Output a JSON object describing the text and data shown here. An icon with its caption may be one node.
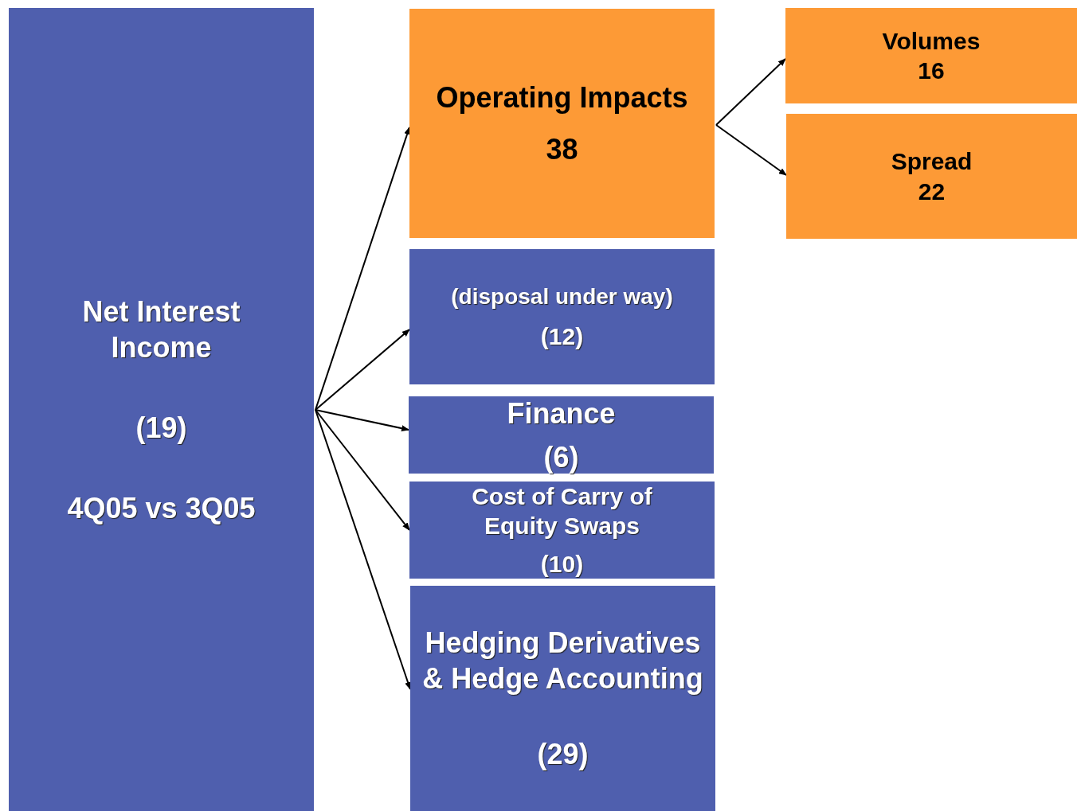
{
  "diagram": {
    "nodes": [
      {
        "text": [
          "Net Interest Income",
          "(19)",
          "4Q05 vs 3Q05"
        ]
      },
      {
        "text": [
          "Operating Impacts",
          "38"
        ]
      },
      {
        "text": [
          "Volumes",
          "16"
        ]
      },
      {
        "text": [
          "Spread",
          "22"
        ]
      },
      {
        "text": [
          "(disposal under way)",
          "(12)"
        ]
      },
      {
        "text": [
          "Finance",
          "(6)"
        ]
      },
      {
        "text": [
          "Cost of Carry of Equity Swaps",
          "(10)"
        ]
      },
      {
        "text": [
          "Hedging Derivatives & Hedge Accounting",
          "(29)"
        ]
      }
    ],
    "edges": [
      {
        "from": 0,
        "to": 1,
        "arrow": "to"
      },
      {
        "from": 0,
        "to": 4,
        "arrow": "to"
      },
      {
        "from": 0,
        "to": 5,
        "arrow": "to"
      },
      {
        "from": 0,
        "to": 6,
        "arrow": "to"
      },
      {
        "from": 0,
        "to": 7,
        "arrow": "to"
      },
      {
        "from": 1,
        "to": 2,
        "arrow": "to"
      },
      {
        "from": 1,
        "to": 3,
        "arrow": "to"
      }
    ]
  }
}
